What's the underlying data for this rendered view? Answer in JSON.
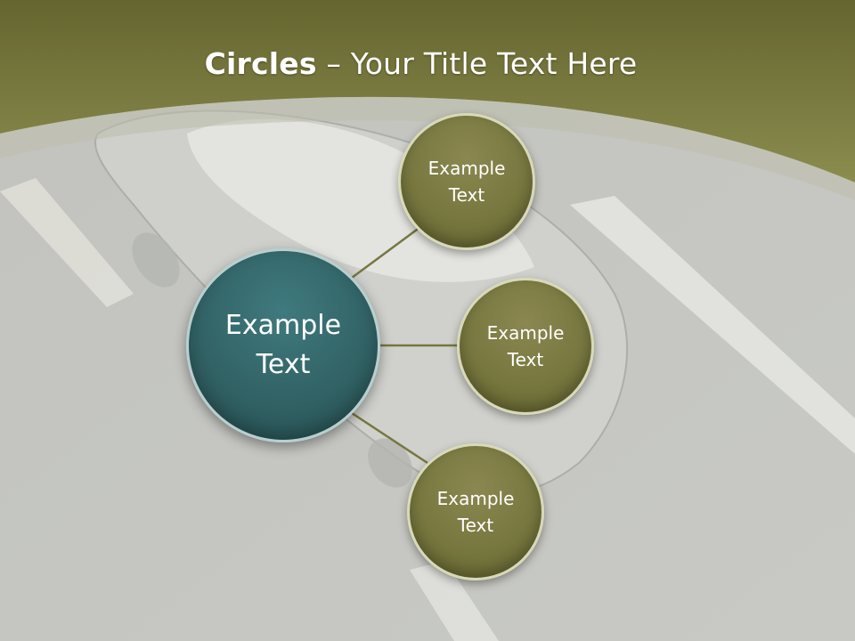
{
  "slide": {
    "title_bold": "Circles",
    "title_rest": " – Your Title Text Here"
  },
  "diagram": {
    "center": {
      "line1": "Example",
      "line2": "Text"
    },
    "nodes": [
      {
        "line1": "Example",
        "line2": "Text"
      },
      {
        "line1": "Example",
        "line2": "Text"
      },
      {
        "line1": "Example",
        "line2": "Text"
      }
    ]
  },
  "colors": {
    "header_olive": "#7a7b3c",
    "center_teal": "#326366",
    "node_olive": "#77773f",
    "connector": "#77773f",
    "background_grey": "#c9cac6"
  }
}
